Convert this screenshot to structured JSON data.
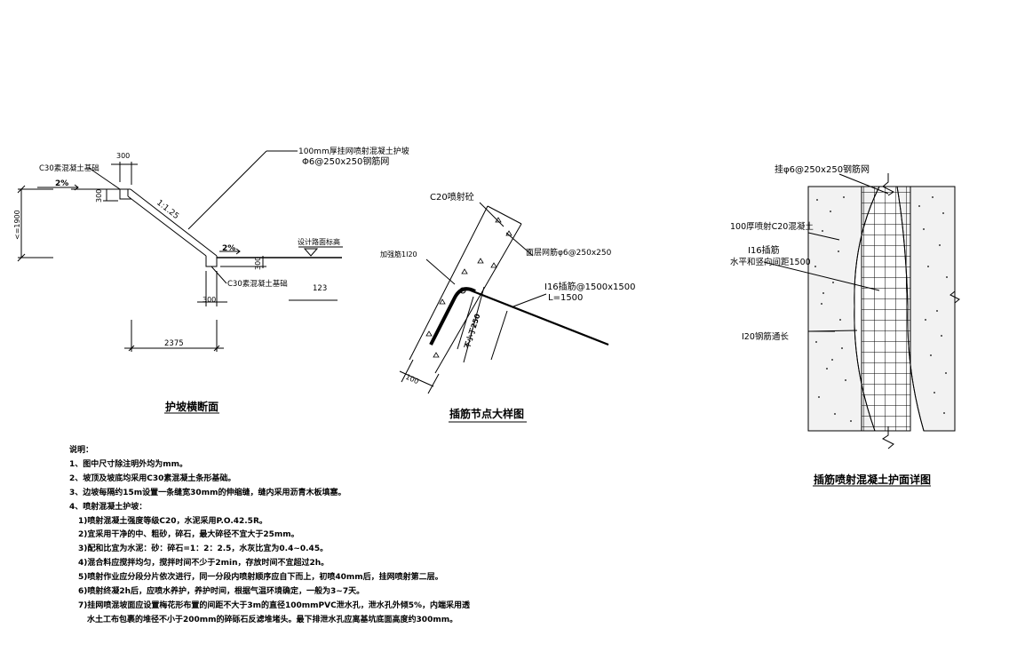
{
  "colors": {
    "line": "#000000",
    "background": "#ffffff",
    "concrete": "#f2f2f2"
  },
  "section": {
    "label_c30_top": "C30素混凝土基础",
    "dim_300_top": "300",
    "callout_line1": "100mm厚挂网喷射混凝土护坡",
    "callout_line2": "Φ6@250x250钢筋网",
    "slope_2pct_left": "2%",
    "dim_300_left": "300",
    "slope_ratio": "1:1.25",
    "height_label": "<=1900",
    "slope_2pct_right": "2%",
    "road_label": "设计路面标高",
    "dim_300_right": "300",
    "label_c30_bottom": "C30素混凝土基础",
    "dim_300_bottom": "300",
    "value_123": "123",
    "dim_2375": "2375",
    "title": "护坡横断面"
  },
  "node": {
    "c20_label": "C20喷射砼",
    "reinf_label": "加强筋1I20",
    "mesh_label": "面层网筋φ6@250x250",
    "i16_line1": "I16插筋@1500x1500",
    "i16_line2": "L=1500",
    "min_label": "不小于250",
    "dim_100": "100",
    "title": "插筋节点大样图"
  },
  "detail": {
    "mesh_label": "挂φ6@250x250钢筋网",
    "c20_label": "100厚喷射C20混凝土",
    "i16_label": "I16插筋",
    "i16_sub": "水平和竖向间距1500",
    "i20_label": "I20钢筋通长",
    "title": "插筋喷射混凝土护面详图"
  },
  "notes": {
    "heading": "说明：",
    "items": [
      "1、图中尺寸除注明外均为mm。",
      "2、坡顶及坡底均采用C30素混凝土条形基础。",
      "3、边坡每隔约15m设置一条缝宽30mm的伸缩缝，缝内采用沥青木板填塞。",
      "4、喷射混凝土护坡："
    ],
    "subitems": [
      "1)喷射混凝土强度等级C20，水泥采用P.O.42.5R。",
      "2)宜采用干净的中、粗砂，碎石，最大碎径不宜大于25mm。",
      "3)配和比宜为水泥：砂：碎石=1：2：2.5，水灰比宜为0.4~0.45。",
      "4)混合料应搅拌均匀，搅拌时间不少于2min，存放时间不宜超过2h。",
      "5)喷射作业应分段分片依次进行，同一分段内喷射顺序应自下而上，初喷40mm后，挂网喷射第二层。",
      "6)喷射终凝2h后，应喷水养护，养护时间，根据气温环境确定，一般为3~7天。",
      "7)挂网喷混坡面应设置梅花形布置的间距不大于3m的直径100mmPVC泄水孔，泄水孔外倾5%，内端采用透"
    ],
    "continuation": "水土工布包裹的堆径不小于200mm的碎砾石反滤堆堵头。最下排泄水孔应离基坑底面高度约300mm。"
  }
}
